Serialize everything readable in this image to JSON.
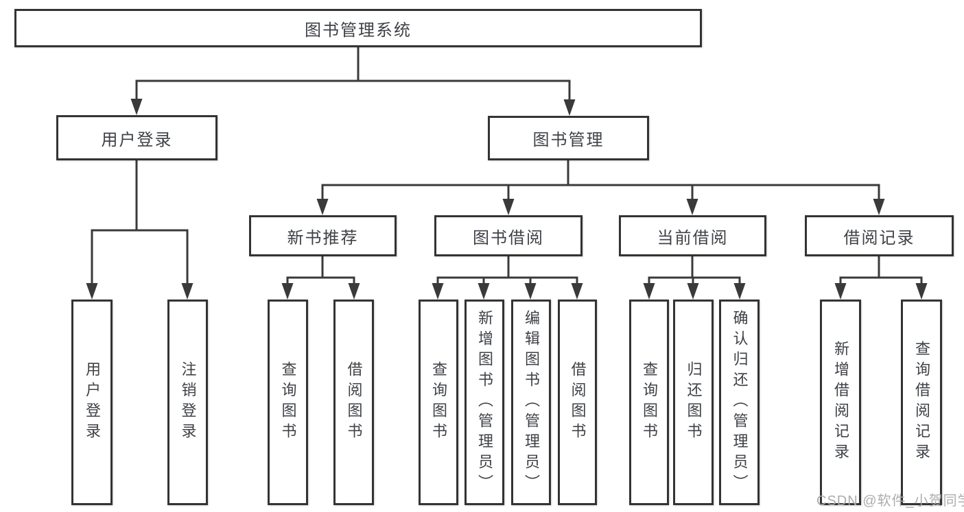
{
  "title": "图书管理系统",
  "level2": [
    {
      "label": "用户登录"
    },
    {
      "label": "图书管理"
    }
  ],
  "level3": [
    {
      "label": "新书推荐"
    },
    {
      "label": "图书借阅"
    },
    {
      "label": "当前借阅"
    },
    {
      "label": "借阅记录"
    }
  ],
  "leaves": [
    {
      "label": "用户登录"
    },
    {
      "label": "注销登录"
    },
    {
      "label": "查询图书"
    },
    {
      "label": "借阅图书"
    },
    {
      "label": "查询图书"
    },
    {
      "label": "新增图书（管理员）"
    },
    {
      "label": "编辑图书（管理员）"
    },
    {
      "label": "借阅图书"
    },
    {
      "label": "查询图书"
    },
    {
      "label": "归还图书"
    },
    {
      "label": "确认归还（管理员）"
    },
    {
      "label": "新增借阅记录"
    },
    {
      "label": "查询借阅记录"
    }
  ],
  "watermark": "CSDN @软件_小贺同学",
  "colors": {
    "line": "#3a3a3a",
    "border": "#333333",
    "text": "#3e4146",
    "watermark": "#a8a8a8",
    "background": "#ffffff"
  }
}
